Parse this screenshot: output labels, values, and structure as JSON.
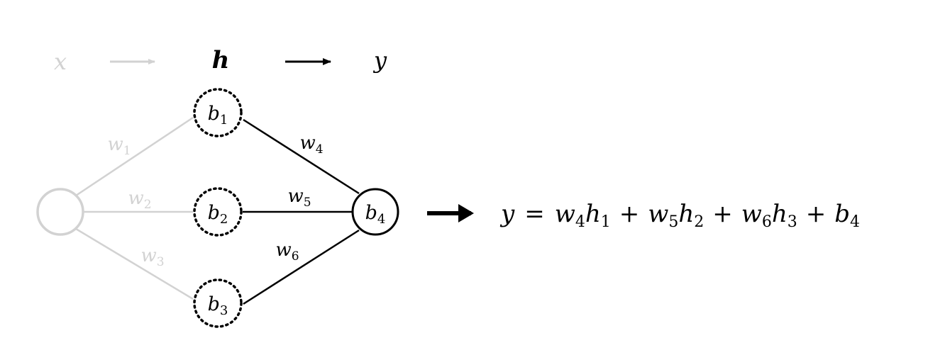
{
  "header": {
    "input_label": "x",
    "hidden_label": "h",
    "output_label": "y"
  },
  "nodes": {
    "hidden": [
      {
        "base": "b",
        "sub": "1"
      },
      {
        "base": "b",
        "sub": "2"
      },
      {
        "base": "b",
        "sub": "3"
      }
    ],
    "output": {
      "base": "b",
      "sub": "4"
    }
  },
  "weights": {
    "input": [
      {
        "base": "w",
        "sub": "1"
      },
      {
        "base": "w",
        "sub": "2"
      },
      {
        "base": "w",
        "sub": "3"
      }
    ],
    "output": [
      {
        "base": "w",
        "sub": "4"
      },
      {
        "base": "w",
        "sub": "5"
      },
      {
        "base": "w",
        "sub": "6"
      }
    ]
  },
  "equation": {
    "lhs": "y",
    "eq": "=",
    "t1_w": "w",
    "t1_ws": "4",
    "t1_h": "h",
    "t1_hs": "1",
    "plus1": "+",
    "t2_w": "w",
    "t2_ws": "5",
    "t2_h": "h",
    "t2_hs": "2",
    "plus2": "+",
    "t3_w": "w",
    "t3_ws": "6",
    "t3_h": "h",
    "t3_hs": "3",
    "plus3": "+",
    "b": "b",
    "bs": "4"
  },
  "colors": {
    "active": "#000000",
    "faded": "#d2d2d2"
  }
}
